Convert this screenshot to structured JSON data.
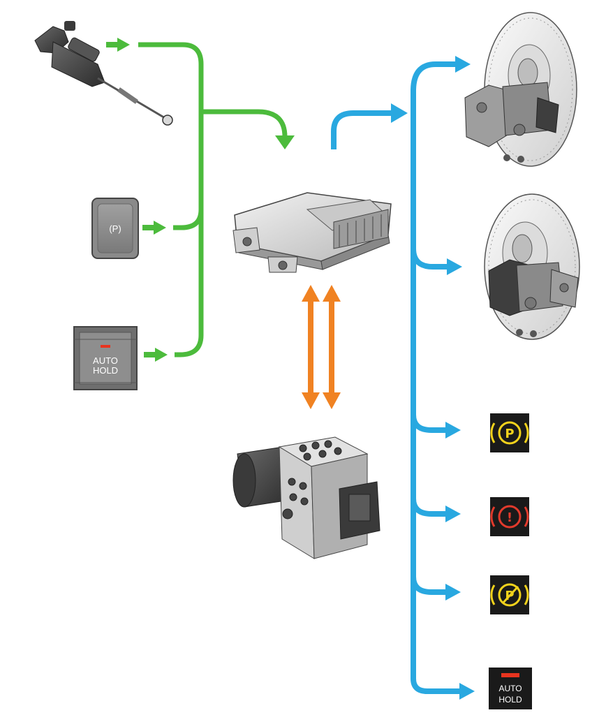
{
  "colors": {
    "input_arrows": "#4cbb3c",
    "output_arrows": "#29a8e0",
    "bus_arrows": "#f08222",
    "lamp_bg": "#1a1a1a",
    "lamp_yellow": "#f2d21c",
    "lamp_red": "#e23a2c",
    "indicator_red": "#e8341f"
  },
  "inputs": {
    "clutch_sensor": {
      "icon": "clutch-position-sensor-icon"
    },
    "epb_switch": {
      "icon": "parking-brake-switch-icon",
      "glyph": "(P)"
    },
    "auto_hold_button": {
      "line1": "AUTO",
      "line2": "HOLD",
      "icon": "auto-hold-button-icon"
    }
  },
  "control_unit": {
    "icon": "epb-control-module-icon"
  },
  "abs_unit": {
    "icon": "abs-hydraulic-unit-icon"
  },
  "outputs": {
    "rear_brake_left": {
      "icon": "brake-caliper-motor-icon"
    },
    "rear_brake_right": {
      "icon": "brake-caliper-motor-icon"
    },
    "lamp_parking": {
      "glyph": "P",
      "icon": "parking-brake-lamp-icon"
    },
    "lamp_fault": {
      "glyph": "!",
      "icon": "brake-fault-lamp-icon"
    },
    "lamp_released": {
      "glyph": "P",
      "icon": "parking-brake-off-lamp-icon"
    },
    "lamp_auto_hold": {
      "line1": "AUTO",
      "line2": "HOLD",
      "icon": "auto-hold-indicator-icon"
    }
  }
}
